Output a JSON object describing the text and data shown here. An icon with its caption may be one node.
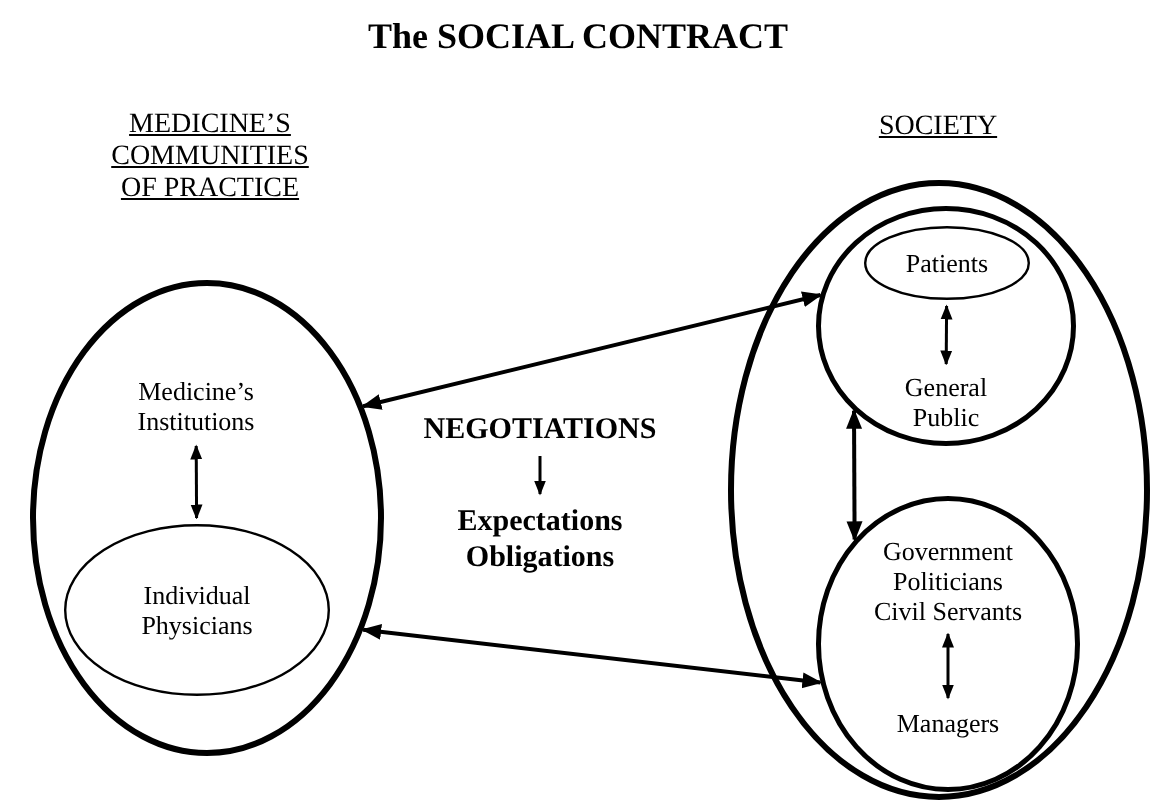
{
  "diagram": {
    "title": "The SOCIAL CONTRACT",
    "nodes": [
      {
        "text": [
          "MEDICINE’S COMMUNITIES OF PRACTICE"
        ]
      },
      {
        "text": [
          "Medicine’s Institutions"
        ],
        "in": 0
      },
      {
        "text": [
          "Individual Physicians"
        ],
        "in": 0
      },
      {
        "text": [
          "NEGOTIATIONS"
        ]
      },
      {
        "text": [
          "Expectations Obligations"
        ]
      },
      {
        "text": [
          "SOCIETY"
        ]
      },
      {
        "text": [],
        "shape": "circle",
        "in": 5
      },
      {
        "text": [
          "Patients"
        ],
        "in": 6
      },
      {
        "text": [
          "General Public"
        ],
        "in": 6
      },
      {
        "text": [],
        "shape": "circle",
        "in": 5
      },
      {
        "text": [
          "Government",
          "Politicians",
          "Civil Servants"
        ],
        "in": 9
      },
      {
        "text": [
          "Managers"
        ],
        "in": 9
      }
    ],
    "edges": [
      {
        "from": 1,
        "to": 2,
        "arrow": "both"
      },
      {
        "from": 3,
        "to": 4,
        "arrow": "to"
      },
      {
        "from": 0,
        "to": 6,
        "arrow": "both"
      },
      {
        "from": 0,
        "to": 9,
        "arrow": "both"
      },
      {
        "from": 7,
        "to": 8,
        "arrow": "both"
      },
      {
        "from": 6,
        "to": 9,
        "arrow": "both"
      },
      {
        "from": 10,
        "to": 11,
        "arrow": "both"
      }
    ]
  }
}
